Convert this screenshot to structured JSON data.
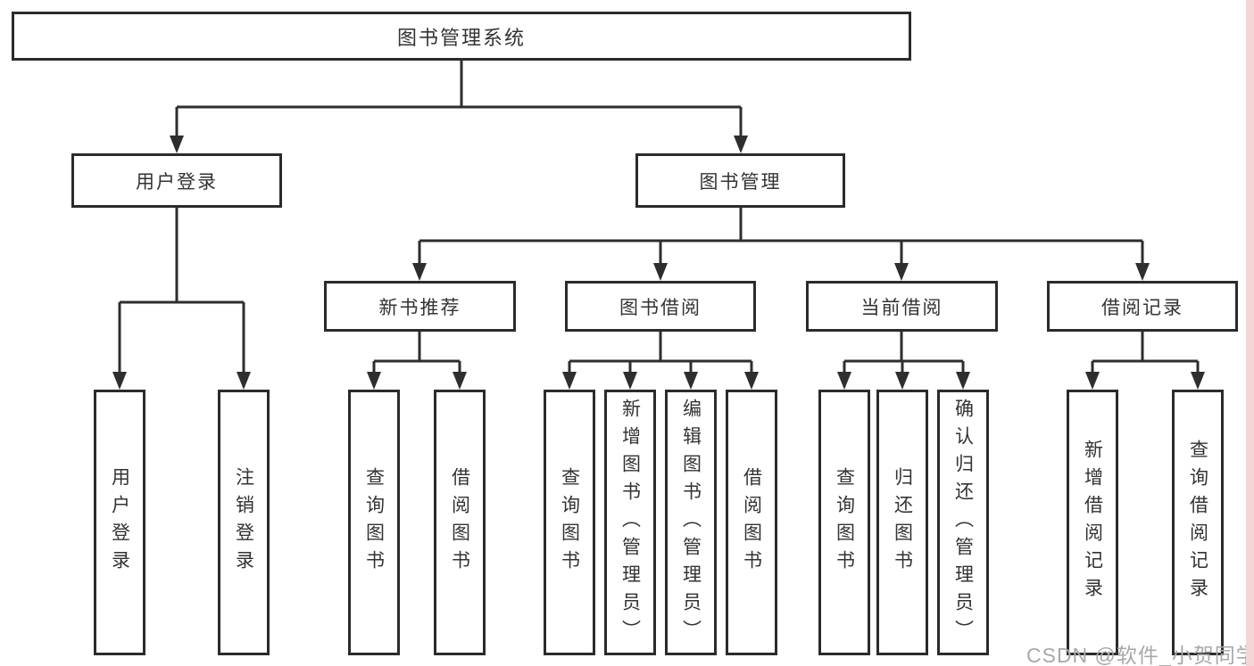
{
  "root": {
    "label": "图书管理系统"
  },
  "level2": [
    {
      "label": "用户登录"
    },
    {
      "label": "图书管理"
    }
  ],
  "level3": [
    {
      "label": "新书推荐"
    },
    {
      "label": "图书借阅"
    },
    {
      "label": "当前借阅"
    },
    {
      "label": "借阅记录"
    }
  ],
  "leaves": {
    "user_login": [
      "用户登录",
      "注销登录"
    ],
    "new_book_recommend": [
      "查询图书",
      "借阅图书"
    ],
    "book_borrow": [
      "查询图书",
      "新增图书（管理员）",
      "编辑图书（管理员）",
      "借阅图书"
    ],
    "current_borrow": [
      "查询图书",
      "归还图书",
      "确认归还（管理员）"
    ],
    "borrow_records": [
      "新增借阅记录",
      "查询借阅记录"
    ]
  },
  "watermark": "CSDN @软件_小贺同学",
  "colors": {
    "line": "#2e2e2e",
    "box_border": "#2b2b2b",
    "text": "#333333",
    "watermark": "#a8a8a8",
    "right_strip": "#f5d6d6",
    "background": "#ffffff"
  }
}
